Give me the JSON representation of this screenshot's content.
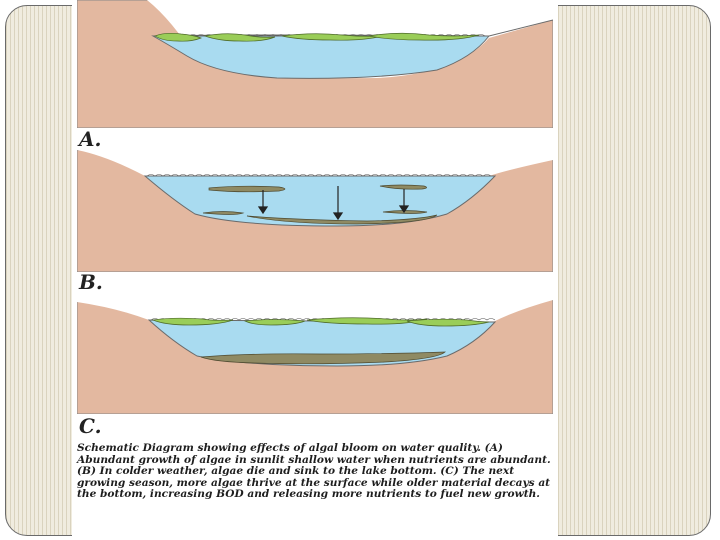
{
  "figure": {
    "panels": [
      {
        "label": "A."
      },
      {
        "label": "B."
      },
      {
        "label": "C."
      }
    ],
    "caption": "Schematic Diagram showing effects of algal bloom on water quality. (A) Abundant growth of algae in sunlit shallow water when nutrients are abundant. (B) In colder weather, algae die and sink to the lake bottom. (C) The next growing season, more algae thrive at the surface while older material decays at the bottom, increasing BOD and releasing more nutrients to fuel new growth."
  },
  "colors": {
    "slide_background": "#f0ecdf",
    "soil": "#e3b8a0",
    "water": "#a9dbf0",
    "algae_surface": "#9acd58",
    "algae_dead": "#8f8a63"
  }
}
